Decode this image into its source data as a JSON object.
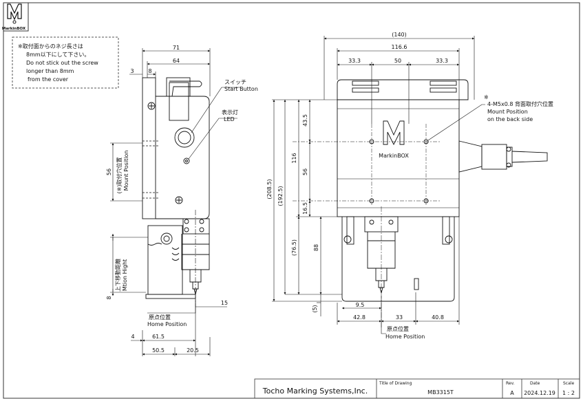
{
  "logo": {
    "text": "MarkinBOX"
  },
  "note": {
    "jp": "※取付面からのネジ長さは",
    "jp2": "8mm以下にして下さい。",
    "en1": "Do not stick out the screw",
    "en2": "longer than 8mm",
    "en3": "from the cover"
  },
  "side_view": {
    "dim_71": "71",
    "dim_64": "64",
    "dim_3": "3",
    "dim_8_top": "8",
    "dim_56": "56",
    "mount_label_jp": "(※)取付穴位置",
    "mount_label_en": "Mount Position",
    "dim_8_side": "8",
    "motion_jp": "上下移動距離",
    "motion_en": "Mtion Hight",
    "dim_15": "15",
    "dim_4": "4",
    "dim_61_5": "61.5",
    "dim_50_5": "50.5",
    "dim_20_5": "20.5",
    "switch_jp": "スイッチ",
    "switch_en": "Start Button",
    "led_jp": "表示灯",
    "led_en": "LED",
    "home_jp": "原点位置",
    "home_en": "Home Position"
  },
  "front_view": {
    "dim_140": "(140)",
    "dim_116_6": "116.6",
    "dim_33_3a": "33.3",
    "dim_50": "50",
    "dim_33_3b": "33.3",
    "dim_43_5": "43.5",
    "dim_116": "116",
    "dim_56": "56",
    "dim_16_5": "16.5",
    "dim_208_5": "(208.5)",
    "dim_192_5": "(192.5)",
    "dim_76_5": "(76.5)",
    "dim_88": "88",
    "dim_5": "(5)",
    "dim_9_5": "9.5",
    "dim_42_8": "42.8",
    "dim_33": "33",
    "dim_40_8": "40.8",
    "mount_mark": "※",
    "mount_jp": "4-M5x0.8  背面取付穴位置",
    "mount_en1": "Mount Position",
    "mount_en2": "on the back side",
    "brand": "MarkinBOX",
    "home_jp": "原点位置",
    "home_en": "Home Position"
  },
  "title_block": {
    "company": "Tocho Marking Systems,Inc.",
    "title_caption": "Title of Drawing",
    "title": "MB3315T",
    "rev_caption": "Rev.",
    "rev": "A",
    "date_caption": "Date",
    "date": "2024.12.19",
    "scale_caption": "Scale",
    "scale": "1 : 2"
  }
}
